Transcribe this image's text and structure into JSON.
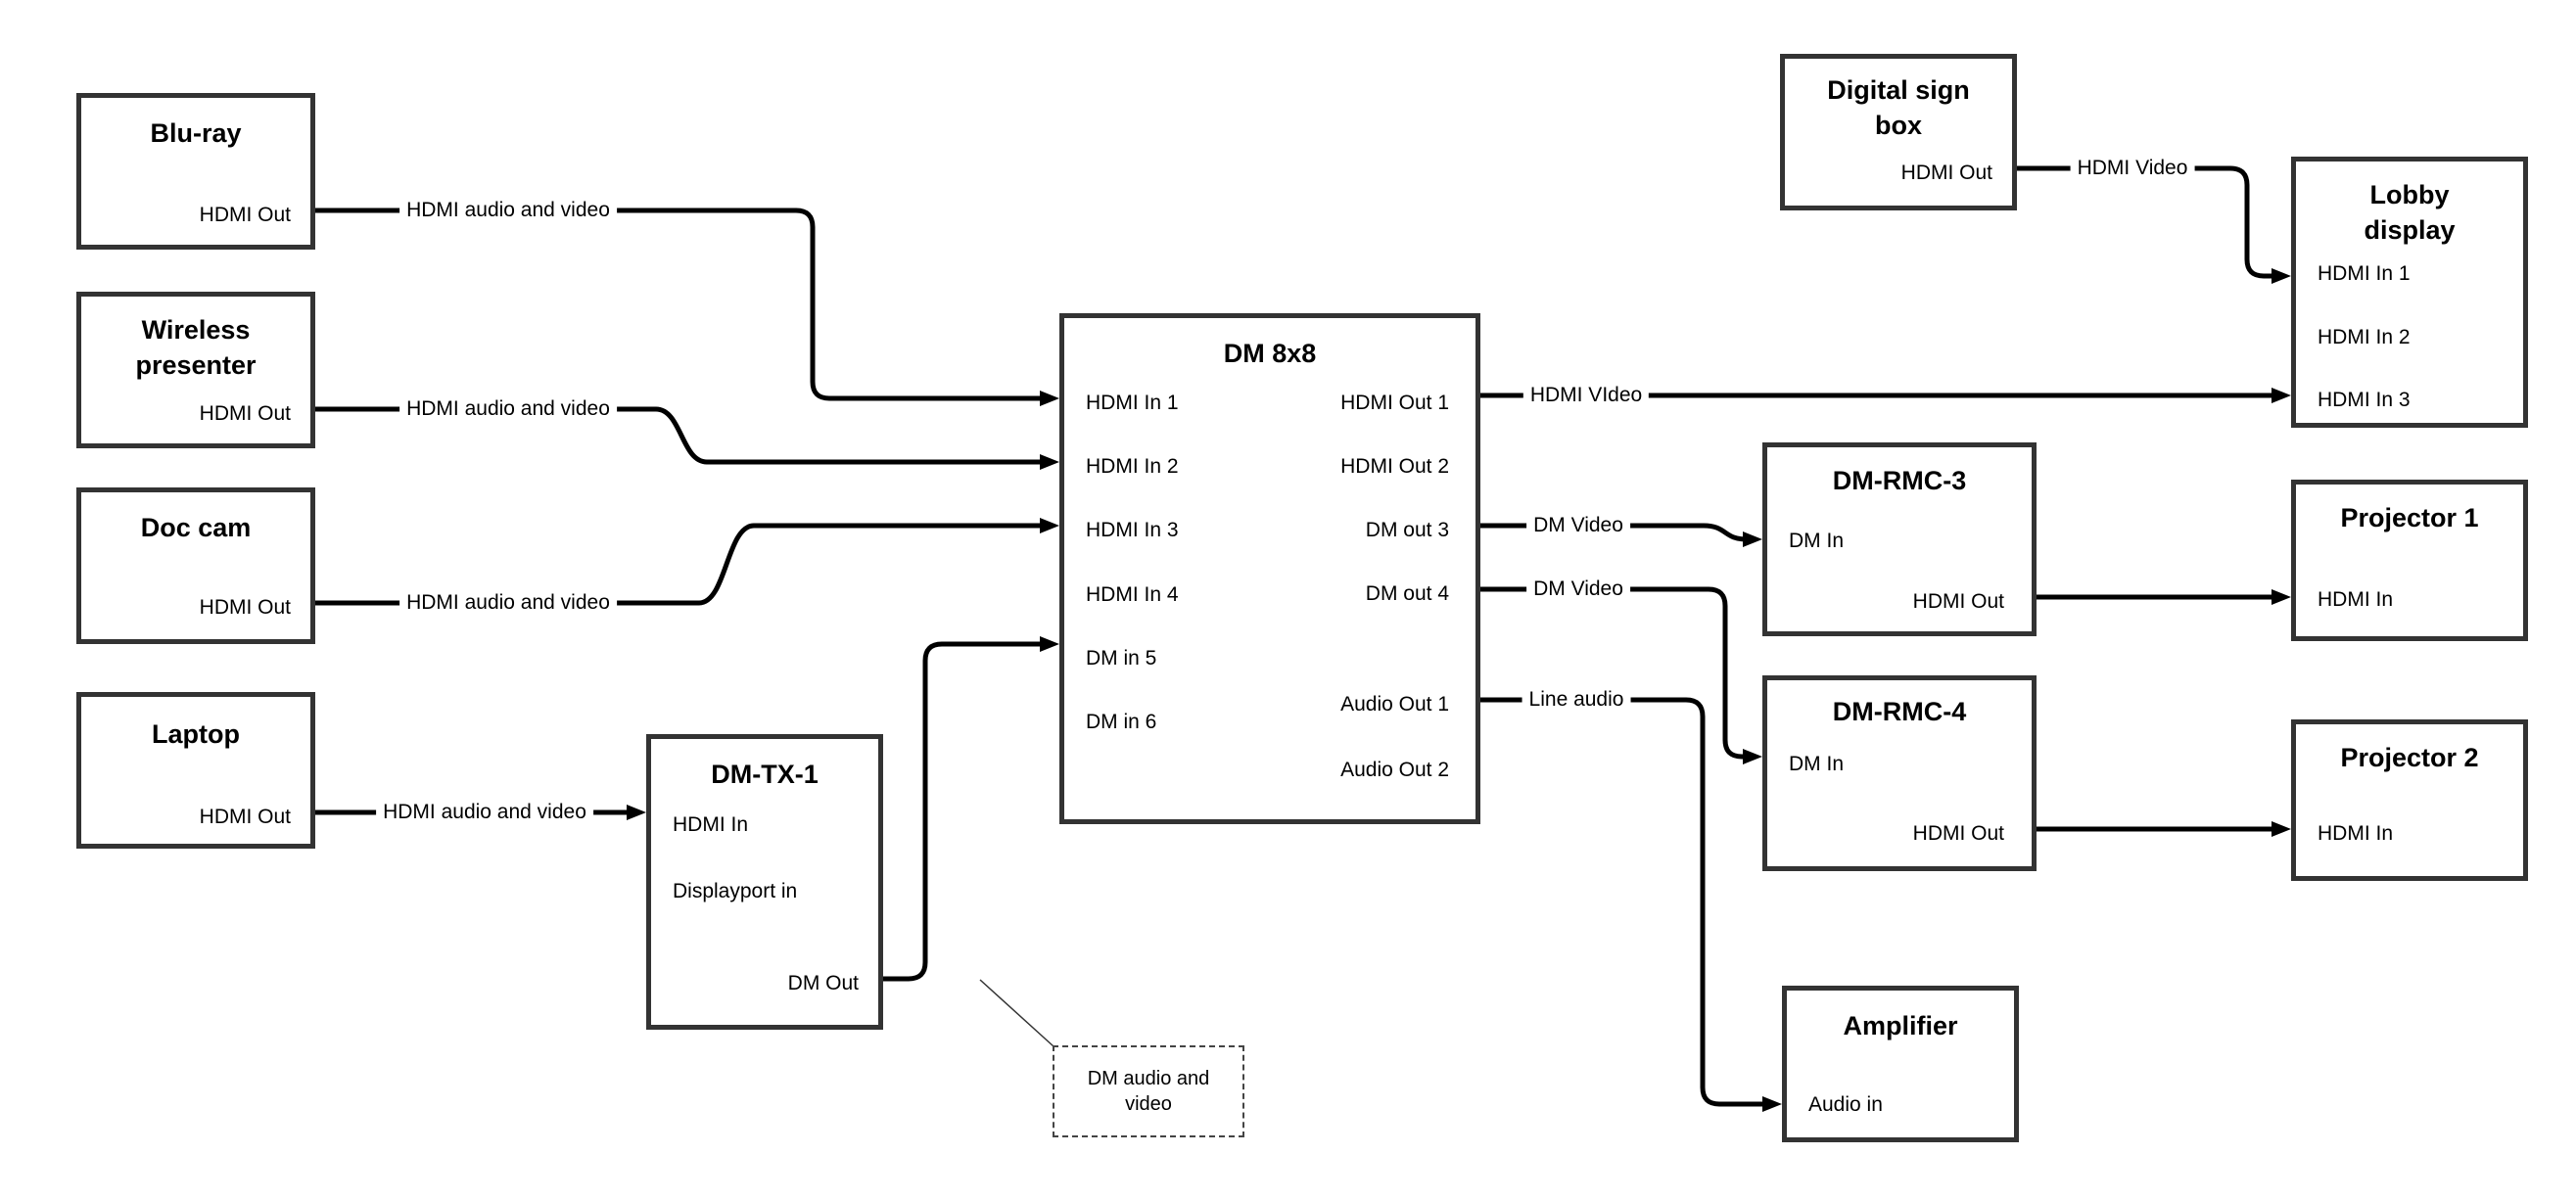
{
  "diagram": {
    "background_color": "#ffffff",
    "line_color": "#000000",
    "box_border_color": "#333333",
    "text_color": "#000000"
  },
  "nodes": {
    "blu_ray": {
      "title_lines": [
        "Blu-ray"
      ],
      "ports": [
        {
          "label": "HDMI Out"
        }
      ]
    },
    "wireless_presenter": {
      "title_lines": [
        "Wireless",
        "presenter"
      ],
      "ports": [
        {
          "label": "HDMI Out"
        }
      ]
    },
    "doc_cam": {
      "title_lines": [
        "Doc cam"
      ],
      "ports": [
        {
          "label": "HDMI Out"
        }
      ]
    },
    "laptop": {
      "title_lines": [
        "Laptop"
      ],
      "ports": [
        {
          "label": "HDMI Out"
        }
      ]
    },
    "dm_tx_1": {
      "title_lines": [
        "DM-TX-1"
      ],
      "ports": [
        {
          "label": "HDMI In"
        },
        {
          "label": "Displayport in"
        },
        {
          "label": "DM Out"
        }
      ]
    },
    "dm_8x8": {
      "title_lines": [
        "DM 8x8"
      ],
      "ports": [
        {
          "label": "HDMI In 1"
        },
        {
          "label": "HDMI In 2"
        },
        {
          "label": "HDMI In 3"
        },
        {
          "label": "HDMI In 4"
        },
        {
          "label": "DM in 5"
        },
        {
          "label": "DM in 6"
        },
        {
          "label": "HDMI Out 1"
        },
        {
          "label": "HDMI Out 2"
        },
        {
          "label": "DM out 3"
        },
        {
          "label": "DM out 4"
        },
        {
          "label": "Audio Out 1"
        },
        {
          "label": "Audio Out 2"
        }
      ]
    },
    "digital_sign_box": {
      "title_lines": [
        "Digital sign",
        "box"
      ],
      "ports": [
        {
          "label": "HDMI Out"
        }
      ]
    },
    "lobby_display": {
      "title_lines": [
        "Lobby",
        "display"
      ],
      "ports": [
        {
          "label": "HDMI In 1"
        },
        {
          "label": "HDMI In 2"
        },
        {
          "label": "HDMI In 3"
        }
      ]
    },
    "dm_rmc_3": {
      "title_lines": [
        "DM-RMC-3"
      ],
      "ports": [
        {
          "label": "DM In"
        },
        {
          "label": "HDMI Out"
        }
      ]
    },
    "projector_1": {
      "title_lines": [
        "Projector 1"
      ],
      "ports": [
        {
          "label": "HDMI In"
        }
      ]
    },
    "dm_rmc_4": {
      "title_lines": [
        "DM-RMC-4"
      ],
      "ports": [
        {
          "label": "DM In"
        },
        {
          "label": "HDMI Out"
        }
      ]
    },
    "projector_2": {
      "title_lines": [
        "Projector 2"
      ],
      "ports": [
        {
          "label": "HDMI In"
        }
      ]
    },
    "amplifier": {
      "title_lines": [
        "Amplifier"
      ],
      "ports": [
        {
          "label": "Audio in"
        }
      ]
    }
  },
  "connection_labels": {
    "bluray_to_dm8x8": "HDMI audio and video",
    "wireless_to_dm8x8": "HDMI audio and video",
    "doccam_to_dm8x8": "HDMI audio and video",
    "laptop_to_dmtx1": "HDMI audio and video",
    "hdmiout1_to_lobby": "HDMI VIdeo",
    "sign_to_lobby": "HDMI Video",
    "dmout3_to_rmc3": "DM Video",
    "dmout4_to_rmc4": "DM Video",
    "audioout1_to_amp": "Line audio"
  },
  "callout": {
    "line1": "DM audio and",
    "line2": "video"
  }
}
